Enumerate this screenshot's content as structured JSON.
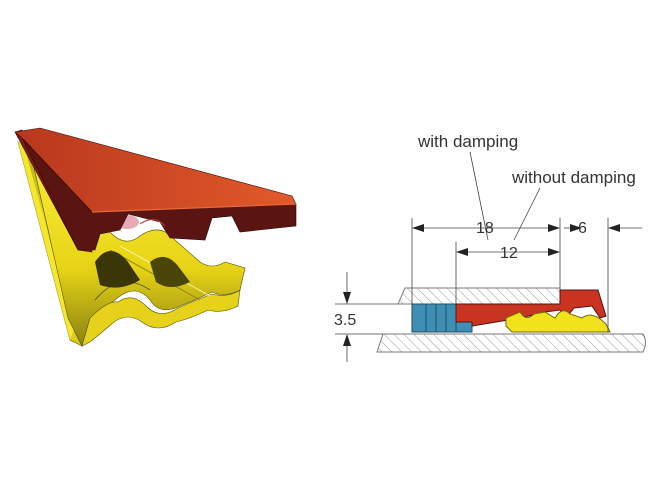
{
  "labels": {
    "with_damping": "with damping",
    "without_damping": "without damping"
  },
  "dimensions": {
    "overall": "18",
    "inner": "12",
    "gap": "6",
    "height": "3.5"
  },
  "colors": {
    "red_profile": "#c8341f",
    "red_dark": "#5a1512",
    "yellow_profile": "#f2e21c",
    "yellow_dark": "#6e6a10",
    "blue_damping": "#3f8fb5",
    "hatch": "#9a9a9a"
  }
}
